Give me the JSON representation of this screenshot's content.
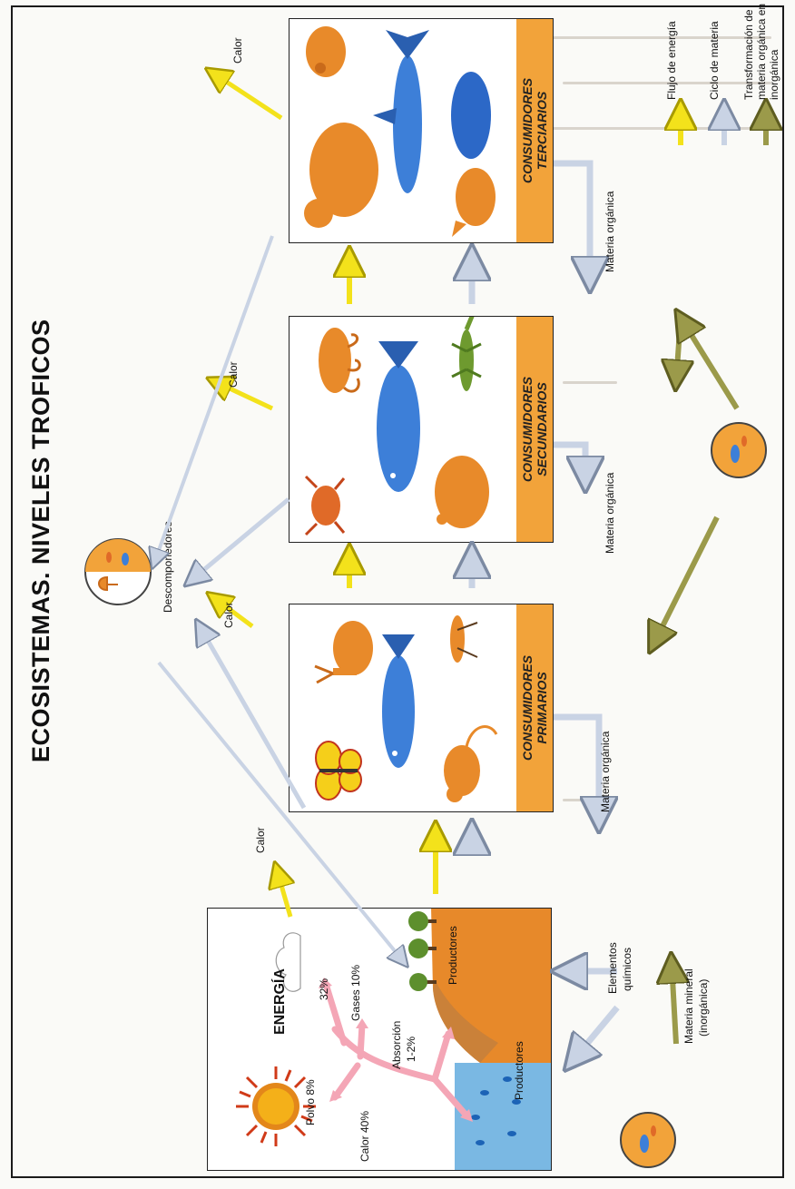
{
  "title": "ECOSISTEMAS. NIVELES TROFICOS",
  "boxes": {
    "primary": {
      "line1": "CONSUMIDORES",
      "line2": "PRIMARIOS"
    },
    "secondary": {
      "line1": "CONSUMIDORES",
      "line2": "SECUNDARIOS"
    },
    "tertiary": {
      "line1": "CONSUMIDORES",
      "line2": "TERCIARIOS"
    }
  },
  "labels": {
    "energia": "ENERGÍA",
    "polvo": "Polvo 8%",
    "calor40": "Calor 40%",
    "gases": "Gases 10%",
    "absorcion_line1": "Absorción",
    "absorcion_line2": "1-2%",
    "pct32": "32%",
    "productores_1": "Productores",
    "productores_2": "Productores",
    "calor": "Calor",
    "descomponedores": "Descomponedores",
    "materia_organica": "Materia orgánica",
    "elementos_line1": "Elementos",
    "elementos_line2": "químicos",
    "materia_mineral_line1": "Materia mineral",
    "materia_mineral_line2": "(inorgánica)"
  },
  "legend": [
    {
      "label": "Flujo de energía",
      "color": "#f3e21b"
    },
    {
      "label": "Ciclo de materia",
      "color": "#c9d3e4"
    },
    {
      "label_line1": "Transformación de",
      "label_line2": "materia orgánica en",
      "label_line3": "inorgánica",
      "color": "#9b9a4a"
    }
  ],
  "colors": {
    "energy": "#f3e21b",
    "matter": "#c9d3e4",
    "transform": "#9b9a4a",
    "band": "#f2a33a",
    "animal": "#e88a2a",
    "fish": "#3d7fd8"
  }
}
